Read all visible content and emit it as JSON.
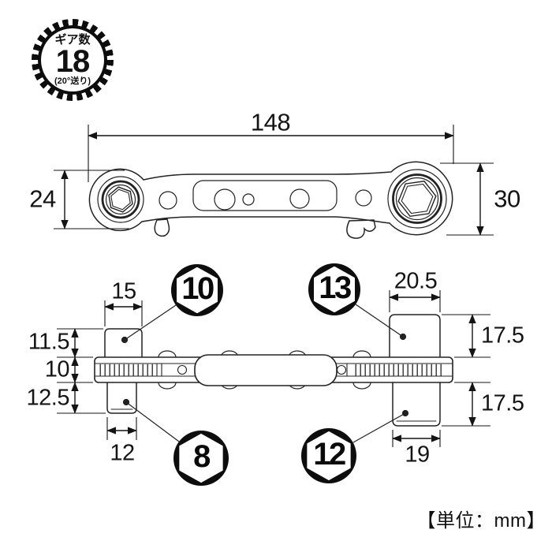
{
  "seal": {
    "title": "ギア数",
    "count": "18",
    "pitch": "(20°送り)"
  },
  "unit_label": "【単位：mm】",
  "top_view": {
    "dims": {
      "overall_length": "148",
      "left_head_width": "24",
      "right_head_width": "30"
    }
  },
  "side_view": {
    "dims": {
      "upper_left_socket_width": "15",
      "upper_right_socket_width": "20.5",
      "upper_left_socket_height": "11.5",
      "body_thickness": "10",
      "lower_left_socket_height": "12.5",
      "lower_left_socket_width": "12",
      "upper_right_socket_height": "17.5",
      "lower_right_socket_height": "17.5",
      "lower_right_socket_width": "19"
    },
    "socket_sizes": {
      "upper_left": "10",
      "upper_right": "13",
      "lower_left": "8",
      "lower_right": "12"
    }
  },
  "colors": {
    "line": "#1a1a1a",
    "badge_bg": "#0d0d0d"
  }
}
